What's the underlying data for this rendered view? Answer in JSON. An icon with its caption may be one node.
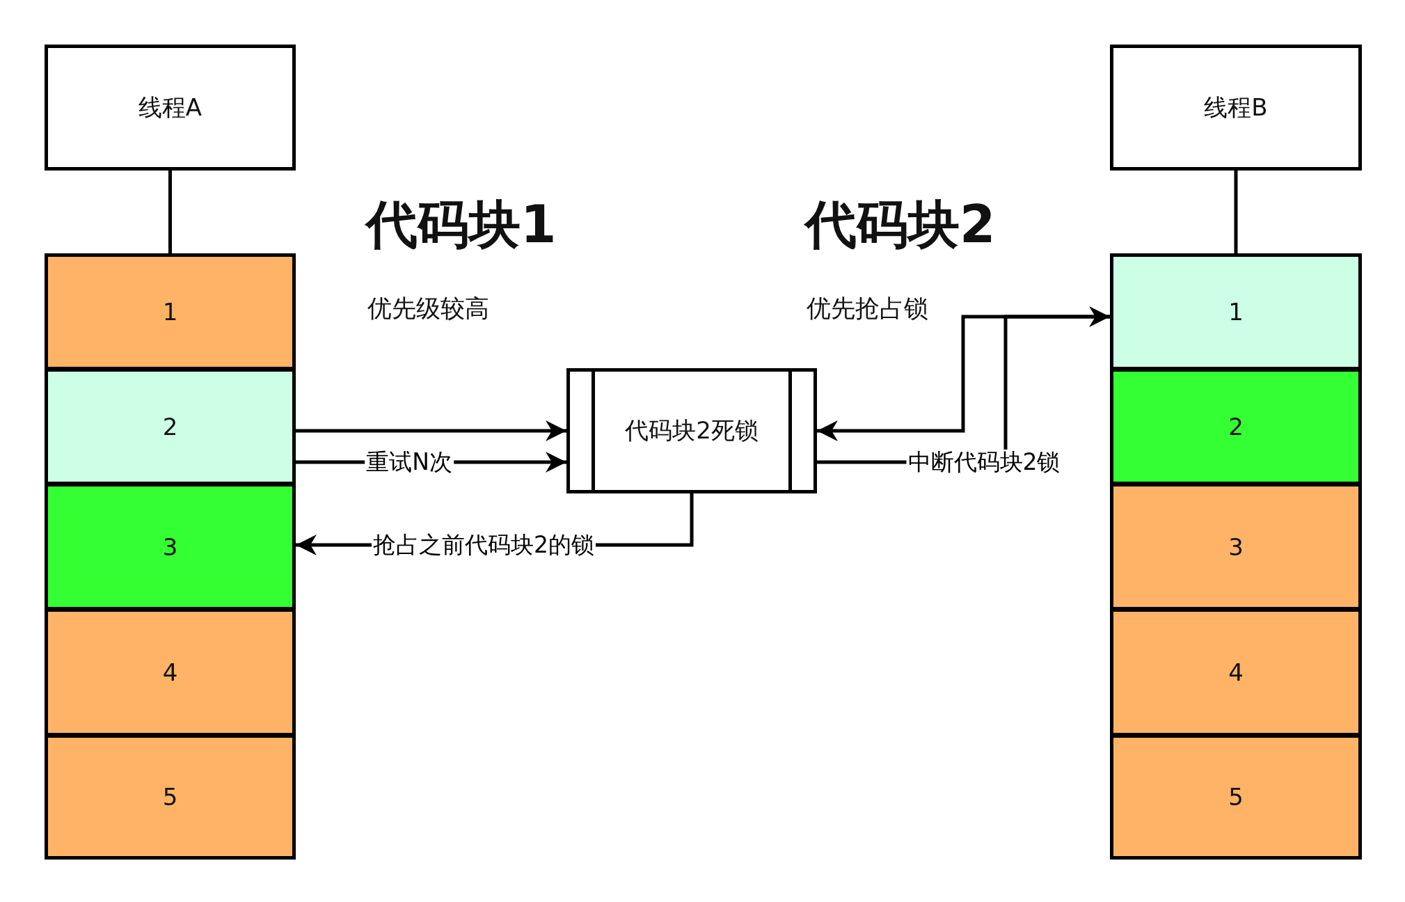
{
  "diagram": {
    "nodes": [
      {
        "text": [
          "线程A"
        ]
      },
      {
        "text": [
          "1"
        ]
      },
      {
        "text": [
          "2"
        ]
      },
      {
        "text": [
          "3"
        ]
      },
      {
        "text": [
          "4"
        ]
      },
      {
        "text": [
          "5"
        ]
      },
      {
        "text": [
          "线程B"
        ]
      },
      {
        "text": [
          "1"
        ]
      },
      {
        "text": [
          "2"
        ]
      },
      {
        "text": [
          "3"
        ]
      },
      {
        "text": [
          "4"
        ]
      },
      {
        "text": [
          "5"
        ]
      },
      {
        "text": [
          "代码块2死锁"
        ]
      }
    ],
    "edges": [
      {
        "from": 0,
        "to": 1,
        "arrow": "none"
      },
      {
        "from": 6,
        "to": 7,
        "arrow": "none"
      },
      {
        "from": 2,
        "to": 12,
        "arrow": "to"
      },
      {
        "from": 2,
        "to": 12,
        "arrow": "to",
        "label": "重试N次"
      },
      {
        "from": 12,
        "to": 3,
        "arrow": "to",
        "label": "抢占之前代码块2的锁"
      },
      {
        "from": 12,
        "to": 7,
        "arrow": "to",
        "label": "中断代码块2锁"
      },
      {
        "from": 7,
        "to": 12,
        "arrow": "to"
      }
    ],
    "labels": [
      "代码块1",
      "优先级较高",
      "代码块2",
      "优先抢占锁"
    ]
  }
}
